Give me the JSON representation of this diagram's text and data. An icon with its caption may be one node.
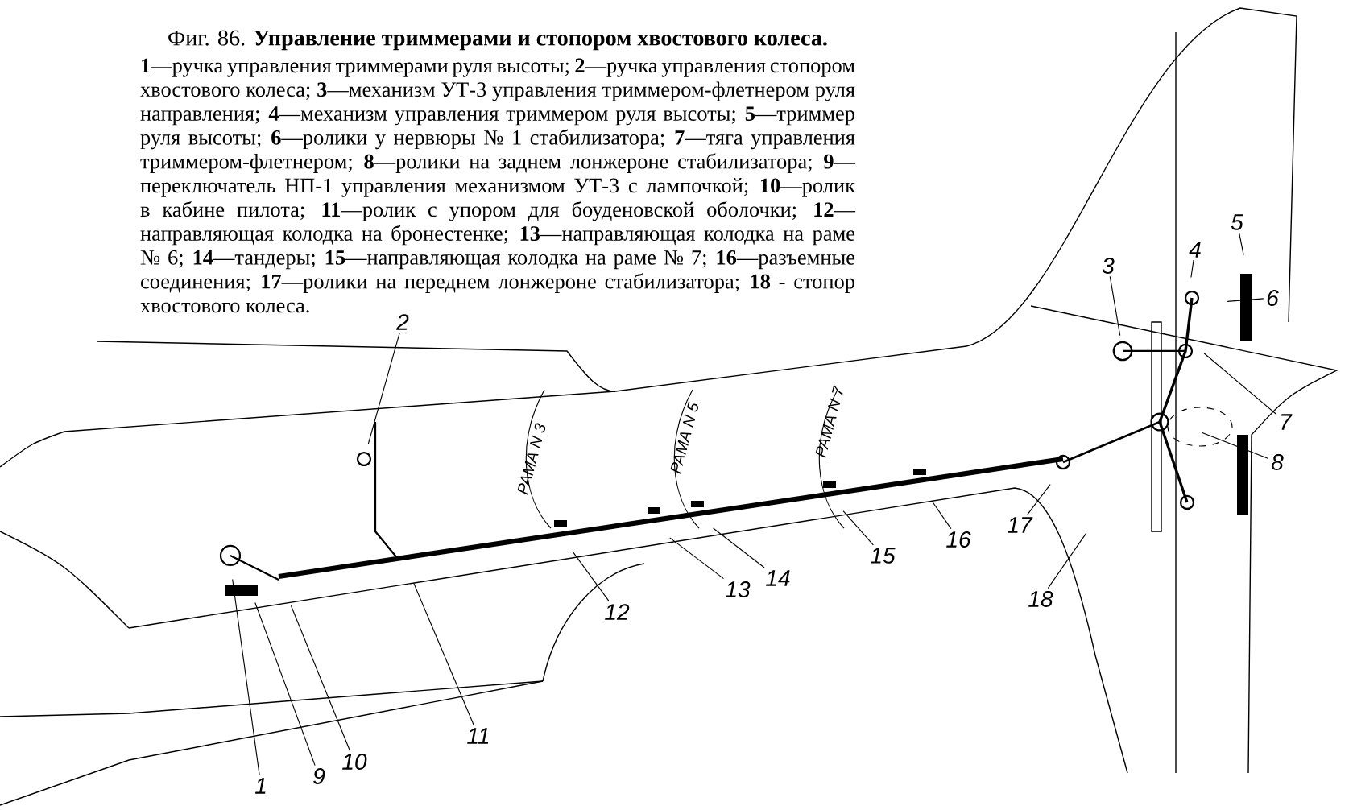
{
  "diagram": {
    "title": "Фиг. 86. **Управление триммерами и стопором хвостового колеса.**",
    "caption": "**1**—ручка управления триммерами руля высоты; **2**—ручка управления стопором хвостового колеса; **3**—механизм УТ-3 управления триммером-флетнером руля направления; **4**—механизм управления триммером руля высоты; **5**—триммер руля высоты; **6**—ролики у нервюры № 1 стабилизатора; **7**—тяга управления триммером-флетнером; **8**—ролики на заднем лонжероне стабилизатора; **9**—переключатель НП-1 управления механизмом УТ-3 с лампочкой; **10**—ролик в кабине пилота; **11**—ролик с упором для боуденовской оболочки; **12**—направляющая колодка на бронестенке; **13**—направляющая колодка на раме № 6; **14**—тандеры; **15**—направляющая колодка на раме № 7; **16**—разъемные соединения; **17**—ролики на переднем лонжероне стабилизатора; **18** - стопор хвостового колеса.",
    "nodes": [
      {
        "text": [
          "1"
        ]
      },
      {
        "text": [
          "2"
        ]
      },
      {
        "text": [
          "3"
        ]
      },
      {
        "text": [
          "4"
        ]
      },
      {
        "text": [
          "5"
        ]
      },
      {
        "text": [
          "6"
        ]
      },
      {
        "text": [
          "7"
        ]
      },
      {
        "text": [
          "8"
        ]
      },
      {
        "text": [
          "9"
        ]
      },
      {
        "text": [
          "10"
        ]
      },
      {
        "text": [
          "11"
        ]
      },
      {
        "text": [
          "12"
        ]
      },
      {
        "text": [
          "13"
        ]
      },
      {
        "text": [
          "14"
        ]
      },
      {
        "text": [
          "15"
        ]
      },
      {
        "text": [
          "16"
        ]
      },
      {
        "text": [
          "17"
        ]
      },
      {
        "text": [
          "18"
        ]
      }
    ],
    "edges": [
      {
        "from": 0,
        "to": null,
        "arrow": "none"
      },
      {
        "from": 1,
        "to": null,
        "arrow": "none"
      },
      {
        "from": 2,
        "to": null,
        "arrow": "none"
      },
      {
        "from": 3,
        "to": null,
        "arrow": "none"
      },
      {
        "from": 4,
        "to": null,
        "arrow": "none"
      },
      {
        "from": 5,
        "to": null,
        "arrow": "none"
      },
      {
        "from": 6,
        "to": null,
        "arrow": "none"
      },
      {
        "from": 7,
        "to": null,
        "arrow": "none"
      },
      {
        "from": 8,
        "to": null,
        "arrow": "none"
      },
      {
        "from": 9,
        "to": null,
        "arrow": "none"
      },
      {
        "from": 10,
        "to": null,
        "arrow": "none"
      },
      {
        "from": 11,
        "to": null,
        "arrow": "none"
      },
      {
        "from": 12,
        "to": null,
        "arrow": "none"
      },
      {
        "from": 13,
        "to": null,
        "arrow": "none"
      },
      {
        "from": 14,
        "to": null,
        "arrow": "none"
      },
      {
        "from": 15,
        "to": null,
        "arrow": "none"
      },
      {
        "from": 16,
        "to": null,
        "arrow": "none"
      },
      {
        "from": 17,
        "to": null,
        "arrow": "none"
      }
    ],
    "labels": [
      "РАМА N 3",
      "РАМА N 5",
      "РАМА N 7"
    ]
  }
}
